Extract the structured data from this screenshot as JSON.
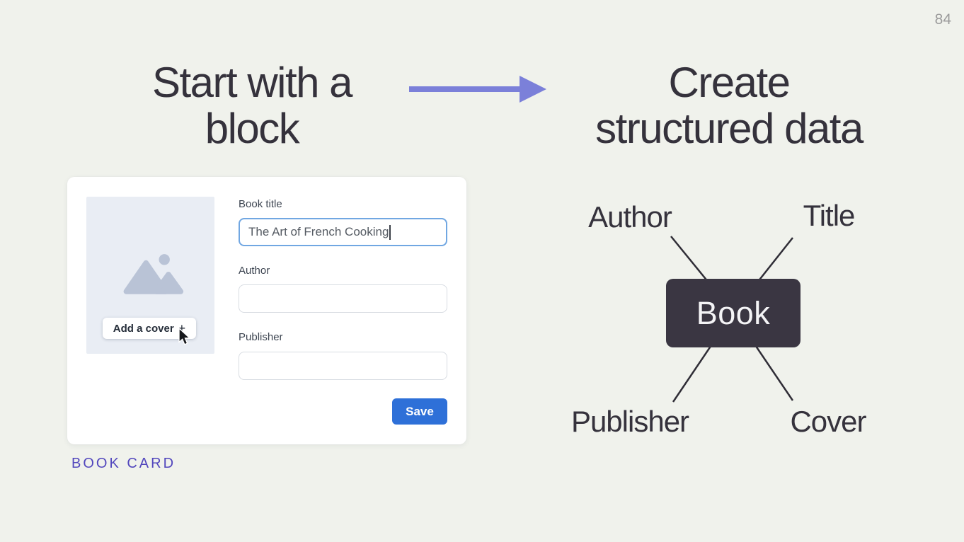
{
  "slide": {
    "page_number": "84",
    "left_heading": {
      "line1": "Start with a",
      "line2": "block"
    },
    "right_heading": {
      "line1": "Create",
      "line2": "structured data"
    },
    "caption": "BOOK CARD"
  },
  "card": {
    "cover": {
      "button_label": "Add a cover",
      "plus_icon": "+"
    },
    "fields": {
      "book_title": {
        "label": "Book title",
        "value": "The Art of French Cooking"
      },
      "author": {
        "label": "Author",
        "value": ""
      },
      "publisher": {
        "label": "Publisher",
        "value": ""
      }
    },
    "save_button": "Save"
  },
  "diagram": {
    "node": "Book",
    "labels": {
      "top_left": "Author",
      "top_right": "Title",
      "bottom_left": "Publisher",
      "bottom_right": "Cover"
    }
  },
  "colors": {
    "background": "#f0f2ec",
    "heading_text": "#35323c",
    "arrow": "#7b80d9",
    "caption": "#5247bd",
    "save_button": "#2e70d8",
    "focused_input_border": "#71a7e2",
    "input_border": "#d8dce2",
    "node_background": "#3a3642",
    "node_text": "#f4f4f6",
    "placeholder_background": "#e9edf4",
    "placeholder_icon": "#b9c3d6",
    "diagram_line": "#2f2d36",
    "page_number": "#9b9b9b"
  }
}
